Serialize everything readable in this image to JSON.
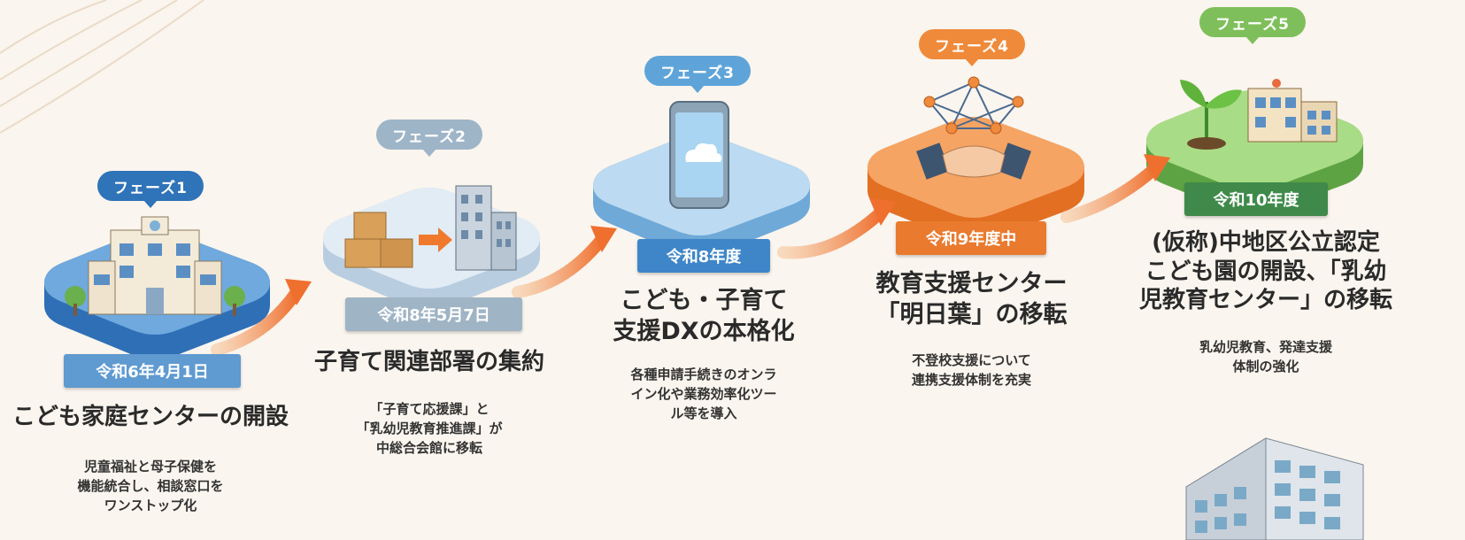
{
  "phases": [
    {
      "tag": "フェーズ1",
      "tag_color": "#2f73b8",
      "date": "令和6年4月1日",
      "date_color": "#5f9ad0",
      "title_lines": [
        "こども家庭センターの開設"
      ],
      "desc_lines": [
        "児童福祉と母子保健を",
        "機能統合し、相談窓口を",
        "ワンストップ化"
      ]
    },
    {
      "tag": "フェーズ2",
      "tag_color": "#9eb5c8",
      "date": "令和8年5月7日",
      "date_color": "#9fb4c5",
      "title_lines": [
        "子育て関連部署の集約"
      ],
      "desc_lines": [
        "「子育て応援課」と",
        "「乳幼児教育推進課」が",
        "中総合会館に移転"
      ]
    },
    {
      "tag": "フェーズ3",
      "tag_color": "#5fa4d8",
      "date": "令和8年度",
      "date_color": "#3f86c8",
      "title_lines": [
        "こども・子育て",
        "支援DXの本格化"
      ],
      "desc_lines": [
        "各種申請手続きのオンラ",
        "イン化や業務効率化ツー",
        "ル等を導入"
      ]
    },
    {
      "tag": "フェーズ4",
      "tag_color": "#ef8a3a",
      "date": "令和9年度中",
      "date_color": "#e97a2e",
      "title_lines": [
        "教育支援センター",
        "「明日葉」の移転"
      ],
      "desc_lines": [
        "不登校支援について",
        "連携支援体制を充実"
      ]
    },
    {
      "tag": "フェーズ5",
      "tag_color": "#7fbf5b",
      "date": "令和10年度",
      "date_color": "#3f8a4a",
      "title_lines": [
        "(仮称)中地区公立認定",
        "こども園の開設、「乳幼",
        "児教育センター」の移転"
      ],
      "desc_lines": [
        "乳幼児教育、発達支援",
        "体制の強化"
      ]
    }
  ],
  "colors": {
    "background": "#faf5ee",
    "arrow": "#ef6f2e",
    "blue_platform": "#4f8fd0",
    "light_platform": "#d9e6f1",
    "orange_platform": "#f08a3c",
    "green_platform": "#7cc35a"
  },
  "icons": [
    "school-building-icon",
    "boxes-to-building-icon",
    "smartphone-cloud-icon",
    "handshake-network-icon",
    "seedling-school-icon",
    "office-building-icon"
  ]
}
